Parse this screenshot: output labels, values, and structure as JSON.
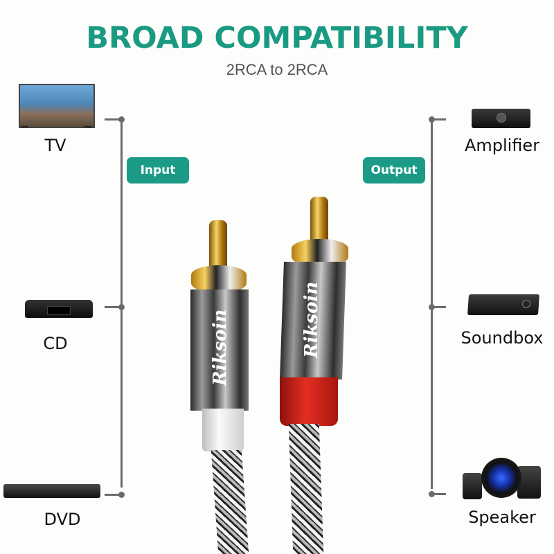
{
  "header": {
    "title": "BROAD COMPATIBILITY",
    "subtitle": "2RCA to 2RCA"
  },
  "colors": {
    "accent": "#1a9a82",
    "badge": "#1b9b86",
    "connector_line": "#6b6b6b",
    "red_collar": "#d8261c",
    "white_collar": "#e9e9e9"
  },
  "input": {
    "badge_label": "Input",
    "devices": [
      {
        "label": "TV",
        "icon": "tv-icon"
      },
      {
        "label": "CD",
        "icon": "cd-player-icon"
      },
      {
        "label": "DVD",
        "icon": "dvd-player-icon"
      }
    ]
  },
  "output": {
    "badge_label": "Output",
    "devices": [
      {
        "label": "Amplifier",
        "icon": "amplifier-icon"
      },
      {
        "label": "Soundbox",
        "icon": "soundbox-icon"
      },
      {
        "label": "Speaker",
        "icon": "speaker-icon"
      }
    ]
  },
  "product": {
    "brand": "Riksoin",
    "connectors": [
      {
        "color": "white",
        "icon": "rca-plug-white-icon"
      },
      {
        "color": "red",
        "icon": "rca-plug-red-icon"
      }
    ]
  }
}
